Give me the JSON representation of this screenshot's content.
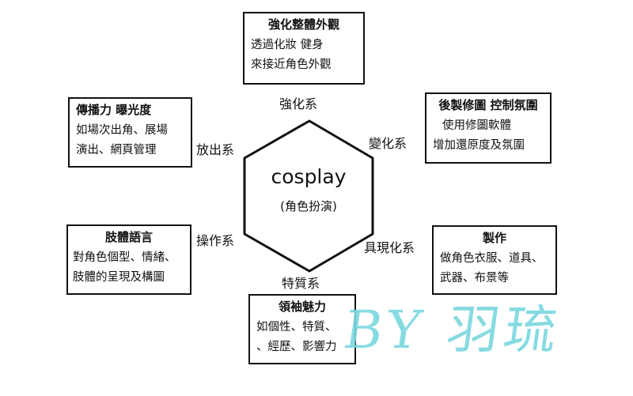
{
  "center": {
    "title": "cosplay",
    "subtitle": "(角色扮演)"
  },
  "boxes": {
    "top": {
      "title": "強化整體外觀",
      "lines": [
        "透過化妝 健身",
        "來接近角色外觀"
      ]
    },
    "upper_right": {
      "title": "後製修圖 控制氛圍",
      "lines": [
        "使用修圖軟體",
        "增加還原度及氛圍"
      ]
    },
    "lower_right": {
      "title": "製作",
      "lines": [
        "做角色衣服、道具、",
        "武器、布景等"
      ]
    },
    "bottom": {
      "title": "領袖魅力",
      "lines": [
        "如個性、特質、",
        "、經歷、影響力"
      ]
    },
    "lower_left": {
      "title": "肢體語言",
      "lines": [
        "對角色個型、情緒、",
        "肢體的呈現及構圖"
      ]
    },
    "upper_left": {
      "title": "傳播力 曝光度",
      "lines": [
        "如場次出角、展場",
        "演出、網頁管理"
      ]
    }
  },
  "labels": {
    "top": "強化系",
    "upper_right": "變化系",
    "lower_right": "具現化系",
    "bottom": "特質系",
    "lower_left": "操作系",
    "upper_left": "放出系"
  },
  "watermark": "BY 羽琉"
}
